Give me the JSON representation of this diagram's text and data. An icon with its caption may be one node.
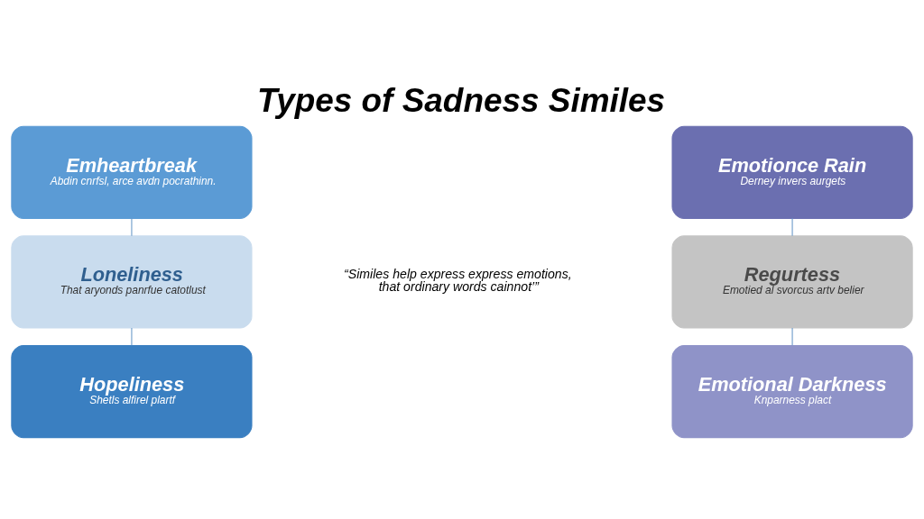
{
  "diagram": {
    "title": "Types of Sadness Similes",
    "nodes": [
      {
        "text": [
          "Emheartbreak",
          "Abdin cnrfsl, arce avdn pocrathinn."
        ]
      },
      {
        "text": [
          "Loneliness",
          "That aryonds panrfue catotlust"
        ]
      },
      {
        "text": [
          "Hopeliness",
          "Shetls alfirel plartf"
        ]
      },
      {
        "text": [
          "Emotionce Rain",
          "Derney invers aurgets"
        ]
      },
      {
        "text": [
          "Regurtess",
          "Emotied al svorcus artv belier"
        ]
      },
      {
        "text": [
          "Emotional Darkness",
          "Knparness plact"
        ]
      }
    ],
    "edges": [
      {
        "from": 0,
        "to": 1,
        "arrow": "none"
      },
      {
        "from": 1,
        "to": 2,
        "arrow": "none"
      },
      {
        "from": 3,
        "to": 4,
        "arrow": "none"
      },
      {
        "from": 4,
        "to": 5,
        "arrow": "none"
      }
    ],
    "labels": [
      "“Similes help express express emotions, that ordinary words cainnot’”"
    ]
  }
}
